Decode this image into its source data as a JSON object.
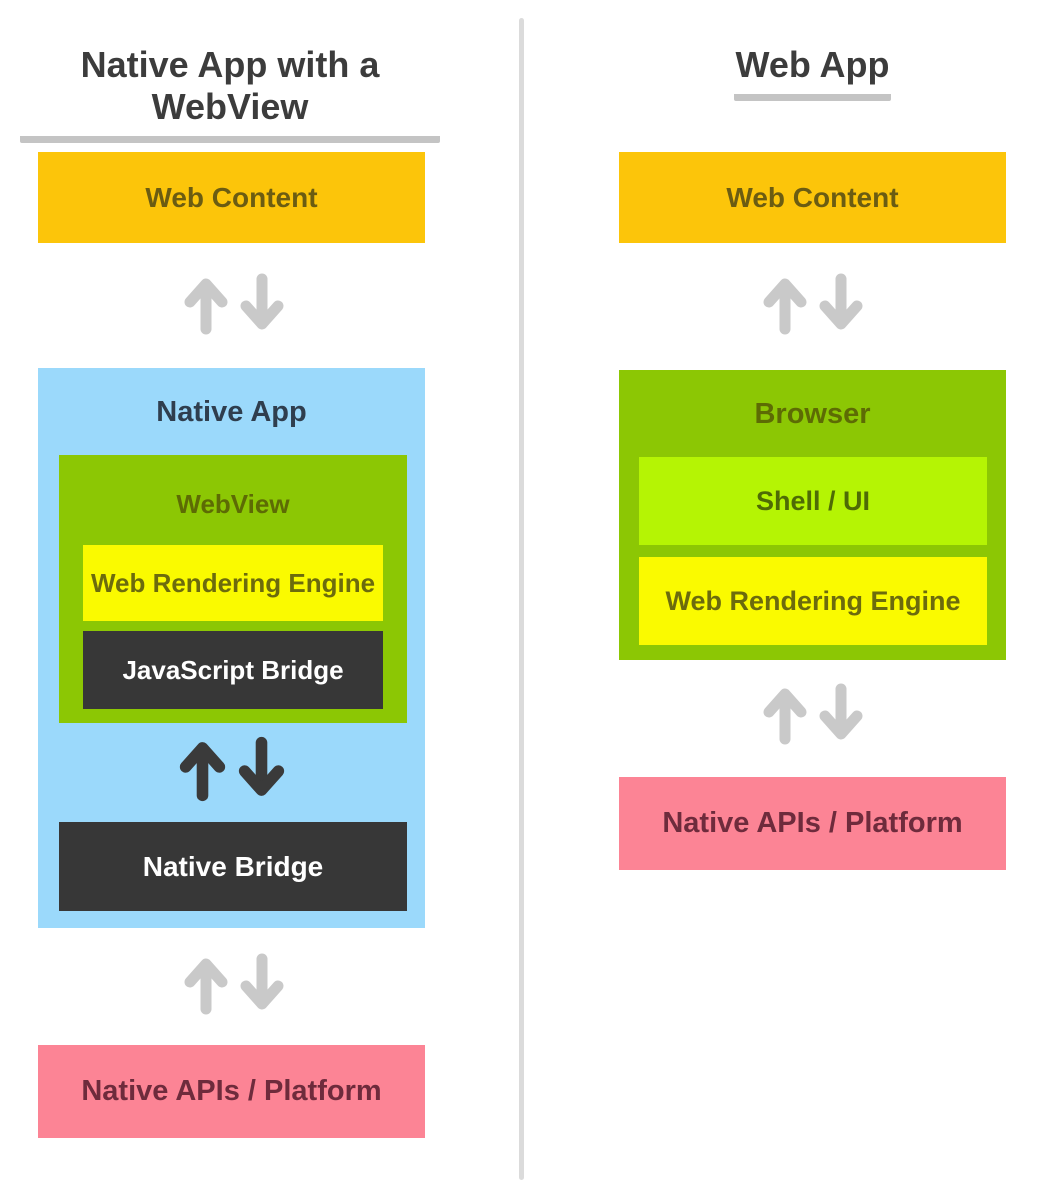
{
  "diagram": {
    "left": {
      "title": "Native App with a WebView",
      "web_content": "Web Content",
      "native_app": "Native App",
      "webview": "WebView",
      "web_rendering_engine": "Web Rendering Engine",
      "javascript_bridge": "JavaScript Bridge",
      "native_bridge": "Native Bridge",
      "native_apis": "Native APIs / Platform"
    },
    "right": {
      "title": "Web App",
      "web_content": "Web Content",
      "browser": "Browser",
      "shell_ui": "Shell / UI",
      "web_rendering_engine": "Web Rendering Engine",
      "native_apis": "Native APIs / Platform"
    },
    "icons": {
      "up_down_arrows": "up-down-arrows-icon"
    },
    "colors": {
      "gold": "#FCC50A",
      "gold_text": "#6B5C12",
      "light_blue": "#9BD9FB",
      "blue_text": "#2F3E4E",
      "green": "#8CC704",
      "green_text": "#5D6B04",
      "yellow": "#FAFA00",
      "yellow_text": "#6C6B0D",
      "chartreuse": "#B5F404",
      "chartreuse_text": "#4E6B05",
      "dark": "#373737",
      "dark_text": "#FFFFFF",
      "pink": "#FC8495",
      "pink_text": "#6E2B3C",
      "arrow_gray": "#C9C9C9",
      "arrow_dark": "#3A3A3A",
      "divider": "#DBDBDB",
      "title_text": "#3C3C3C",
      "title_underline": "#C4C4C4"
    }
  }
}
